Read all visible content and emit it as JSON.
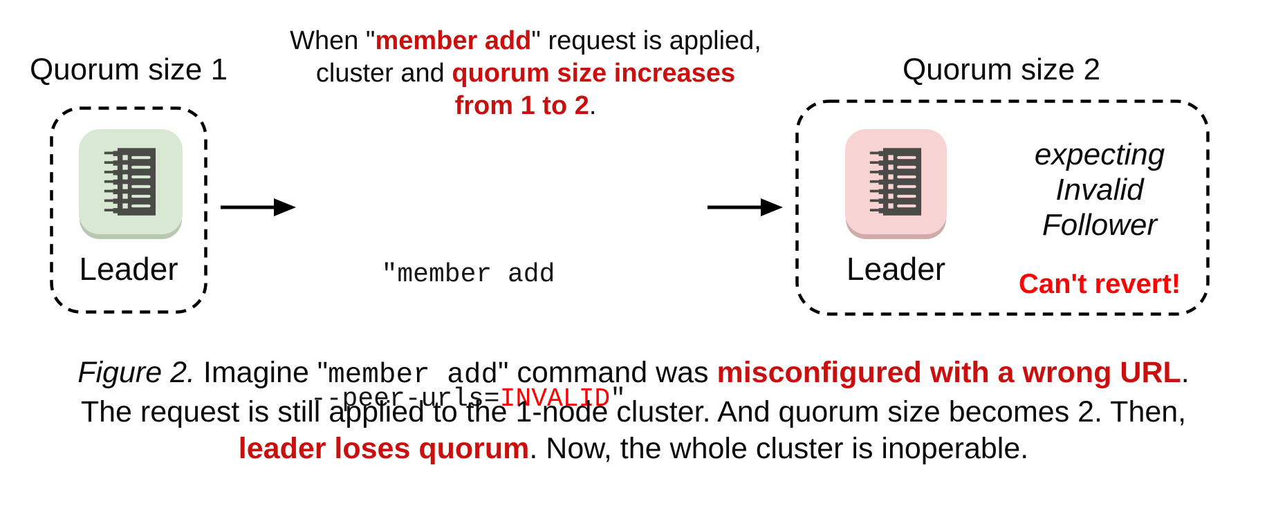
{
  "figure": {
    "left_cluster": {
      "title": "Quorum size 1",
      "node_label": "Leader"
    },
    "right_cluster": {
      "title": "Quorum size 2",
      "node_label": "Leader",
      "note_lines": [
        "expecting",
        "Invalid",
        "Follower"
      ],
      "warning": "Can't revert!"
    },
    "annotation": {
      "line1_pre": "When \"",
      "line1_em": "member add",
      "line1_post": "\" request is applied,",
      "line2_pre": "cluster and ",
      "line2_em": "quorum size increases",
      "line3_em": "from 1 to 2",
      "line3_post": "."
    },
    "command": {
      "line1": "\"member add",
      "line2_pre": "--peer-urls=",
      "line2_em": "INVALID",
      "line2_post": "\""
    },
    "caption": {
      "line1_fig": "Figure 2.",
      "line1_t1": " Imagine \"",
      "line1_code": "member add",
      "line1_t2": "\" command was ",
      "line1_em": "misconfigured with a wrong URL",
      "line1_t3": ".",
      "line2": "The request is still applied to the 1-node cluster. And quorum size becomes 2. Then,",
      "line3_em": "leader loses quorum",
      "line3_t1": ". Now, the whole cluster is inoperable."
    }
  },
  "icons": {
    "member_node": "ledger-icon",
    "arrow": "arrow-right-icon"
  },
  "colors": {
    "emphasis-red": "#c9100f",
    "bright-red": "#fa0505",
    "node-green-bg": "#d9e8d3",
    "node-green-edge": "#b7c7b0",
    "node-pink-bg": "#f7d3d3",
    "node-pink-edge": "#d0abac",
    "glyph-dark": "#4a4a47"
  }
}
